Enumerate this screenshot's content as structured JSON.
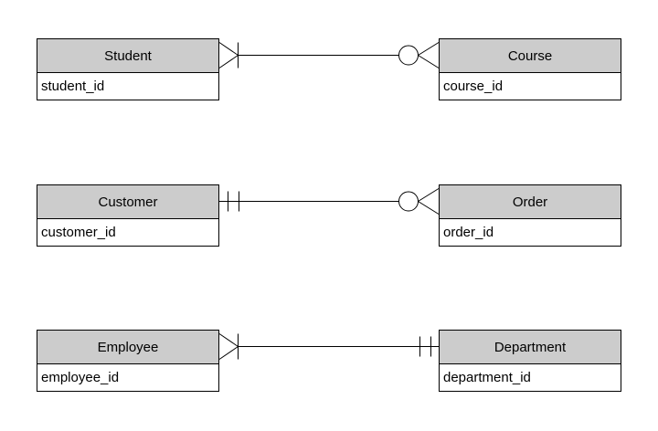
{
  "diagram": {
    "type": "entity-relationship",
    "notation": "crow-foot",
    "background": "#ffffff",
    "colors": {
      "header_fill": "#cccccc",
      "row_fill": "#ffffff",
      "border": "#000000",
      "line": "#000000",
      "text": "#000000"
    },
    "entities": {
      "student": {
        "title": "Student",
        "attribute": "student_id"
      },
      "course": {
        "title": "Course",
        "attribute": "course_id"
      },
      "customer": {
        "title": "Customer",
        "attribute": "customer_id"
      },
      "order": {
        "title": "Order",
        "attribute": "order_id"
      },
      "employee": {
        "title": "Employee",
        "attribute": "employee_id"
      },
      "department": {
        "title": "Department",
        "attribute": "department_id"
      }
    },
    "relationships": [
      {
        "from": "Student",
        "to": "Course",
        "from_cardinality": "one or many (crow foot + tick)",
        "to_cardinality": "zero or many (circle + crow foot)"
      },
      {
        "from": "Customer",
        "to": "Order",
        "from_cardinality": "one and only one (double tick)",
        "to_cardinality": "zero or many (circle + crow foot)"
      },
      {
        "from": "Employee",
        "to": "Department",
        "from_cardinality": "one or many (crow foot + tick)",
        "to_cardinality": "one and only one (double tick)"
      }
    ]
  }
}
